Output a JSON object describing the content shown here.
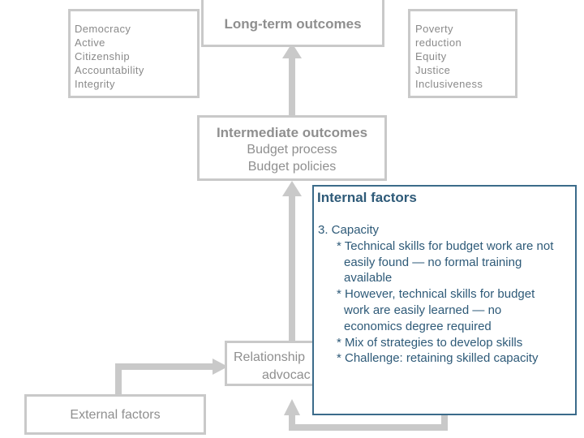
{
  "left_values": {
    "items": [
      "Democracy",
      "Active",
      "Citizenship",
      "Accountability",
      "Integrity"
    ]
  },
  "long_term": {
    "label": "Long-term outcomes"
  },
  "right_values": {
    "items": [
      "Poverty",
      "reduction",
      "Equity",
      "Justice",
      "Inclusiveness"
    ]
  },
  "intermediate": {
    "title": "Intermediate outcomes",
    "line1": "Budget process",
    "line2": "Budget policies"
  },
  "relationship": {
    "line1_visible": "Relationship",
    "line2_visible": "advocac"
  },
  "external": {
    "label": "External factors"
  },
  "popup": {
    "title": "Internal factors",
    "lines": [
      "3.  Capacity",
      "* Technical skills for budget work are not",
      "easily found — no formal training",
      "available",
      "* However, technical skills for budget",
      "work are easily learned — no",
      "economics degree required",
      "* Mix of strategies to develop skills",
      "* Challenge: retaining skilled capacity"
    ]
  },
  "colors": {
    "box_border": "#c9c9c9",
    "muted_text": "#8f8f8f",
    "arrow": "#c9c9c9",
    "popup_border": "#3b6b8a",
    "popup_text": "#2e5a78"
  }
}
